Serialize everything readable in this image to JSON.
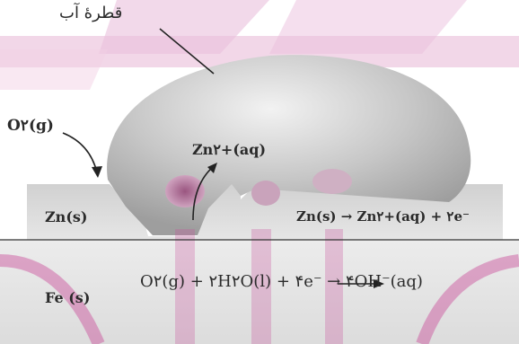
{
  "diagram": {
    "water_drop_label": "قطرهٔ آب",
    "oxygen_label": "O۲(g)",
    "zinc_ion_label": "Zn۲+(aq)",
    "zinc_layer_label": "Zn(s)",
    "iron_layer_label": "Fe (s)",
    "zinc_oxidation_reaction": "Zn(s) → Zn۲+(aq) + ۲e⁻",
    "oxygen_reduction_reaction": "O۲(g) + ۲H۲O(l) + ۴e⁻ → ۴OH⁻(aq)"
  },
  "colors": {
    "zinc_layer": "#d9d9d9",
    "iron_layer": "#e4e4e4",
    "water_drop": "#b8b8b8",
    "watermark": "#c94b9a",
    "text": "#2a2a2a"
  }
}
